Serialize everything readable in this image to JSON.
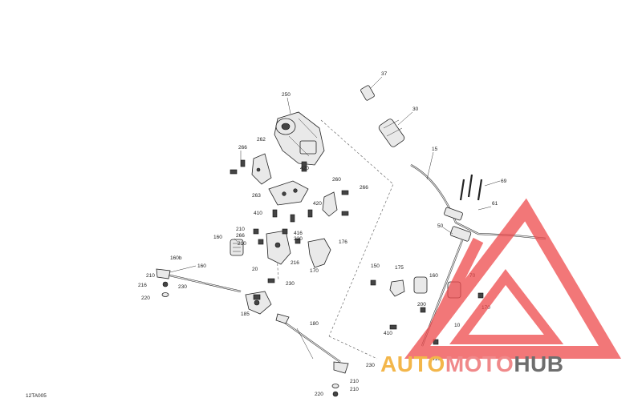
{
  "diagram_code": "12TA005",
  "watermark": {
    "segments": [
      {
        "text": "AUTO",
        "color": "#f3b64a"
      },
      {
        "text": "MOTO",
        "color": "#f0898a"
      },
      {
        "text": "HUB",
        "color": "#6e6e6e"
      }
    ],
    "logo_color": "#ee4a4c"
  },
  "callouts": [
    "37",
    "30",
    "15",
    "69",
    "61",
    "50",
    "70",
    "160",
    "170",
    "175",
    "150",
    "200",
    "410",
    "10",
    "410",
    "250",
    "420",
    "262",
    "266",
    "260",
    "266",
    "263",
    "420",
    "410",
    "210",
    "266",
    "416",
    "220",
    "160",
    "176",
    "210",
    "216",
    "170",
    "20",
    "160b",
    "160",
    "210",
    "230",
    "216",
    "220",
    "230",
    "185",
    "180",
    "230",
    "210",
    "220",
    "210"
  ]
}
